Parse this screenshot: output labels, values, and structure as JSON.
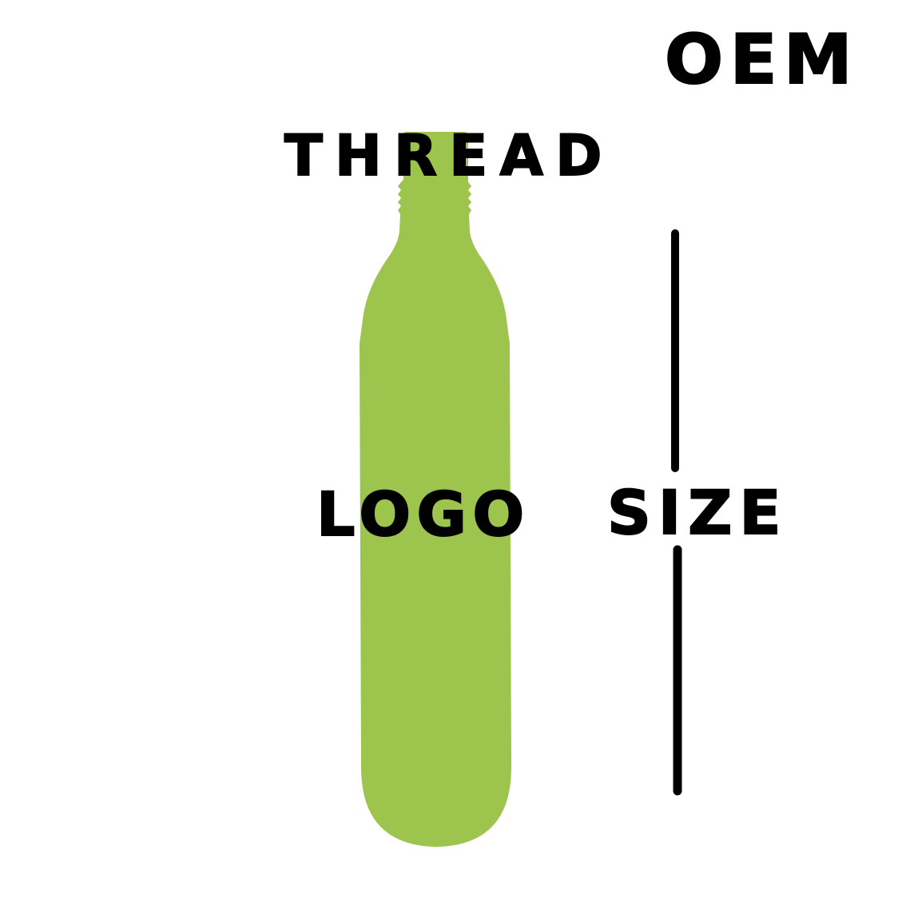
{
  "diagram": {
    "labels": {
      "oem": "OEM",
      "thread": "THREAD",
      "logo": "LOGO",
      "size": "SIZE"
    },
    "colors": {
      "bottle": "#9dc44d",
      "text": "#000000",
      "background": "#ffffff",
      "dimension_line": "#000000"
    },
    "shapes": {
      "bottle": "cylinder-bottle-silhouette",
      "dimension_lines": 2
    }
  }
}
